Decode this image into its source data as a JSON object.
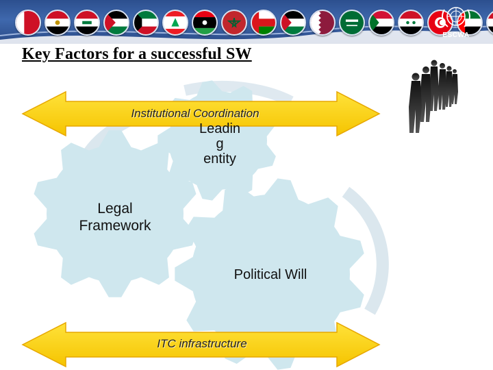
{
  "slide": {
    "title": "Key Factors for a successful SW",
    "org_name": "ESCWA"
  },
  "arrows": {
    "top_label": "Institutional Coordination",
    "bottom_label": "ITC infrastructure"
  },
  "gears": {
    "leading_entity": [
      "Leadin",
      "g",
      "entity"
    ],
    "legal_framework": [
      "Legal",
      "Framework"
    ],
    "political_will": "Political Will"
  },
  "colors": {
    "banner": "#3f68ad",
    "gear_fill": "#cfe7ee",
    "arrow_fill": "#ffd400",
    "arrow_outline": "#e7a700",
    "cycle_arrow": "#dbe7ee"
  },
  "icons": {
    "emblem": "un-emblem-icon",
    "people": "business-people-icon"
  }
}
